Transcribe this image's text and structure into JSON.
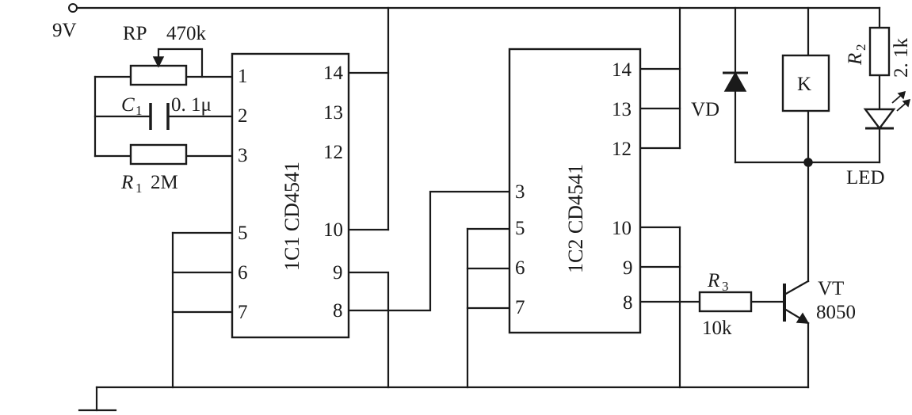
{
  "supply": {
    "label": "9V"
  },
  "ic1": {
    "name": "1C1 CD4541",
    "left_pins": [
      "1",
      "2",
      "3",
      "5",
      "6",
      "7"
    ],
    "right_pins": [
      "14",
      "13",
      "12",
      "10",
      "9",
      "8"
    ]
  },
  "ic2": {
    "name": "1C2 CD4541",
    "left_pins": [
      "3",
      "5",
      "6",
      "7"
    ],
    "right_pins": [
      "14",
      "13",
      "12",
      "10",
      "9",
      "8"
    ]
  },
  "rp": {
    "name": "RP",
    "value": "470k"
  },
  "c1": {
    "letter": "C",
    "index": "1",
    "value": "0. 1μ"
  },
  "r1": {
    "letter": "R",
    "index": "1",
    "value": "2M"
  },
  "r2": {
    "letter": "R",
    "index": "2",
    "value": "2. 1k"
  },
  "r3": {
    "letter": "R",
    "index": "3",
    "value": "10k"
  },
  "relay": {
    "label": "K"
  },
  "diode": {
    "label": "VD"
  },
  "led": {
    "label": "LED"
  },
  "transistor": {
    "name": "VT",
    "model": "8050"
  }
}
